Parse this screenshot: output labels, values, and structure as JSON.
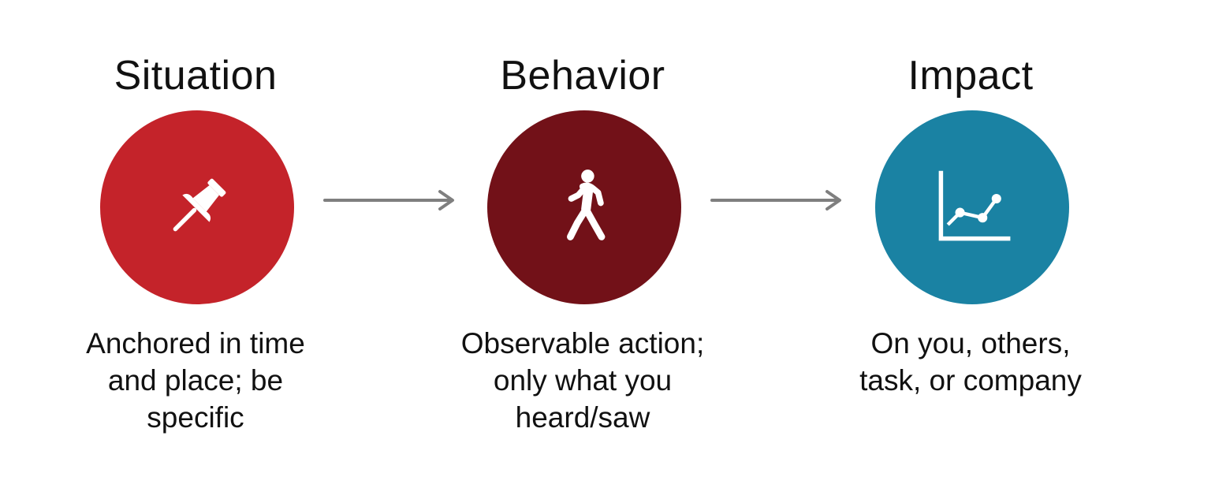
{
  "colors": {
    "situation": "#c4232a",
    "behavior": "#721118",
    "impact": "#1a82a3",
    "arrow": "#7f7f7f"
  },
  "steps": [
    {
      "title": "Situation",
      "description": "Anchored in time\nand place; be\nspecific",
      "icon": "pushpin-icon"
    },
    {
      "title": "Behavior",
      "description": "Observable action;\nonly what you\nheard/saw",
      "icon": "walking-person-icon"
    },
    {
      "title": "Impact",
      "description": "On you, others,\ntask, or company",
      "icon": "line-chart-icon"
    }
  ]
}
